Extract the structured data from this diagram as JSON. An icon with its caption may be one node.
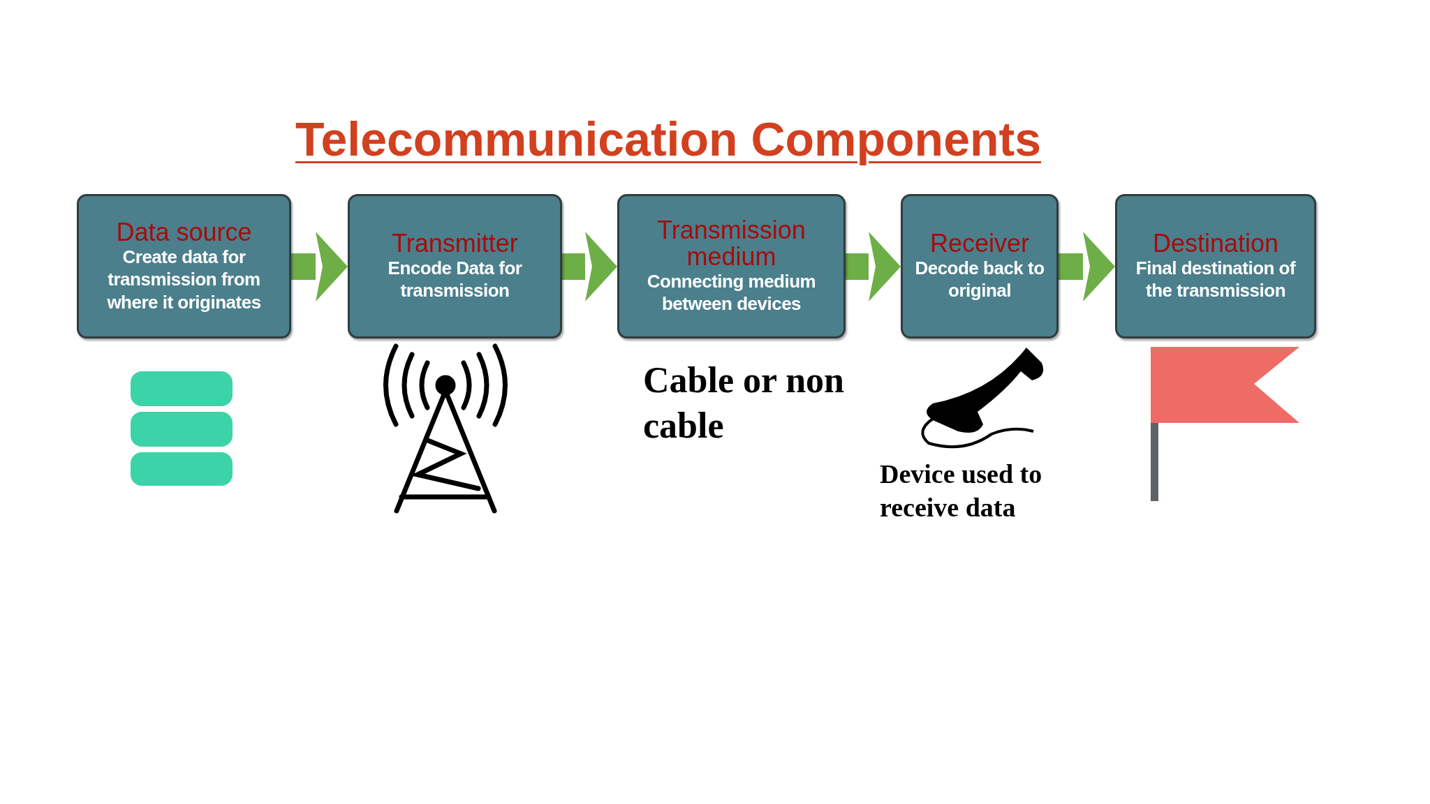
{
  "diagram": {
    "title": "Telecommunication Components",
    "nodes": [
      {
        "text": [
          "Data source",
          "Create data for transmission from where it originates"
        ]
      },
      {
        "text": [
          "Transmitter",
          "Encode Data for transmission"
        ]
      },
      {
        "text": [
          "Transmission medium",
          "Connecting medium between devices"
        ]
      },
      {
        "text": [
          "Receiver",
          "Decode back to original"
        ]
      },
      {
        "text": [
          "Destination",
          "Final destination of the transmission"
        ]
      }
    ],
    "edges": [
      {
        "from": 0,
        "to": 1,
        "arrow": "to"
      },
      {
        "from": 1,
        "to": 2,
        "arrow": "to"
      },
      {
        "from": 2,
        "to": 3,
        "arrow": "to"
      },
      {
        "from": 3,
        "to": 4,
        "arrow": "to"
      }
    ],
    "labels": [
      "Cable or non cable",
      "Device used to receive data"
    ]
  }
}
